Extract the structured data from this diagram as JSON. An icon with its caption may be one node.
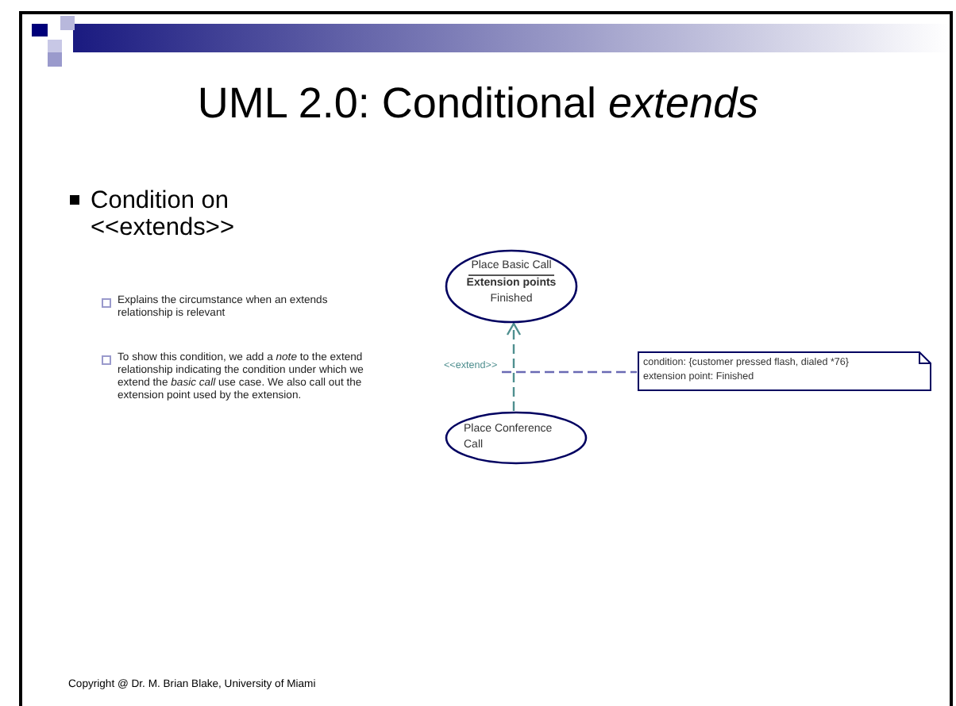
{
  "diagram": {
    "title": "UML 2.0: Conditional *extends*",
    "nodes": [
      {
        "text": [
          "Place Basic Call",
          "Extension points",
          "Finished"
        ]
      },
      {
        "text": [
          "Place Conference Call"
        ]
      },
      {
        "text": [
          "condition: {customer pressed flash, dialed *76}",
          "extension point: Finished"
        ]
      }
    ],
    "edges": [
      {
        "from": 1,
        "to": 0,
        "arrow": "to",
        "label": "<<extend>>",
        "style": "dashed",
        "color": "#4f8f8f"
      },
      {
        "from": null,
        "to": 2,
        "arrow": "none",
        "style": "dashed",
        "color": "#6a6ab4"
      }
    ],
    "labels": [
      "Condition on <<extends>>",
      "Explains the circumstance when an extends relationship is relevant",
      "To show this condition, we add a *note* to the extend relationship indicating the condition under which we extend the *basic call* use case. We also call out the extension point used by the extension.",
      "Copyright @ Dr. M. Brian Blake, University of Miami"
    ]
  }
}
